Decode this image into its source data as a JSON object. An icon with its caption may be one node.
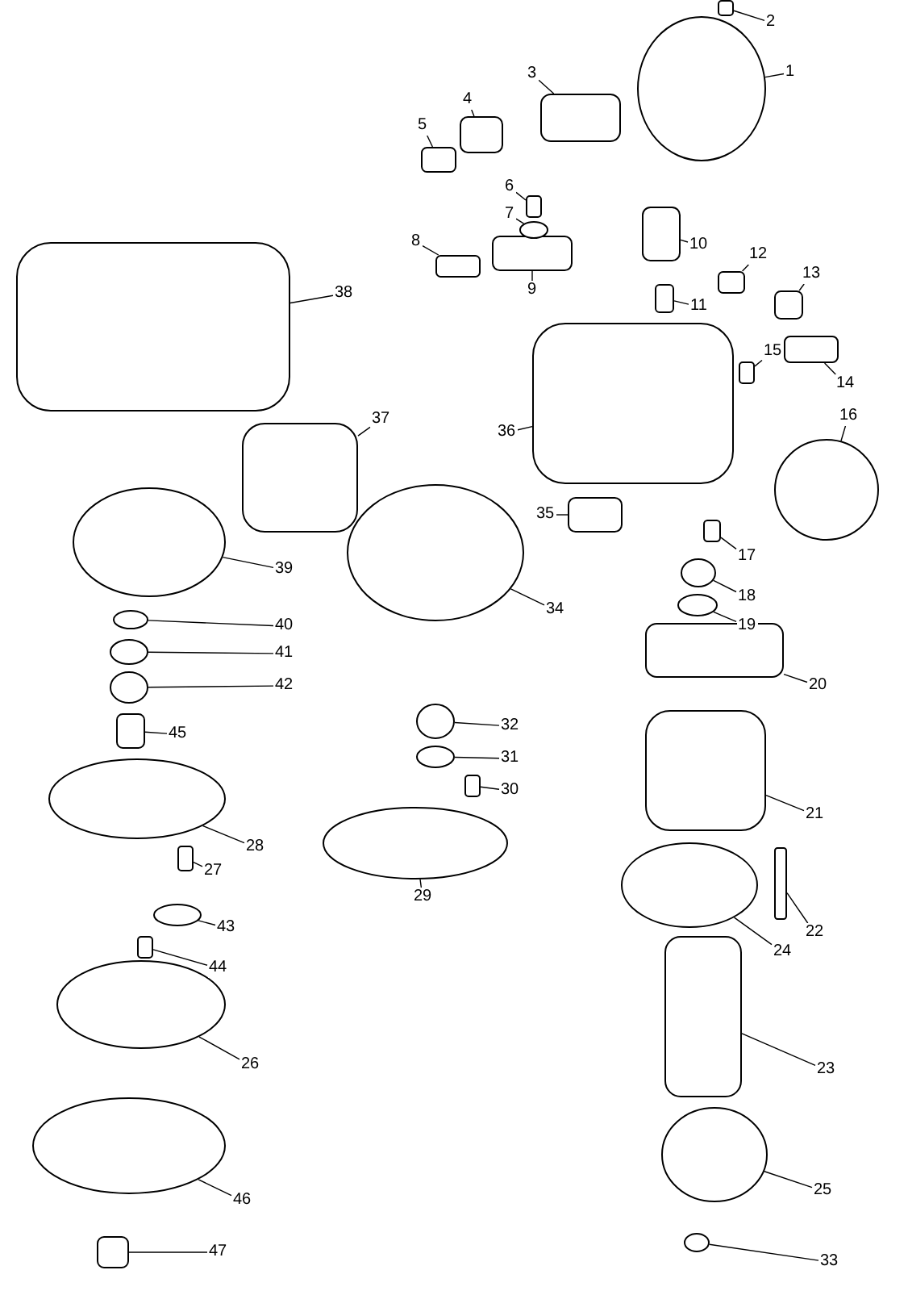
{
  "diagram": {
    "nodes": [
      {
        "text": [
          "1"
        ]
      },
      {
        "text": [],
        "shape": "circle"
      },
      {
        "text": [
          "2"
        ]
      },
      {
        "text": [],
        "shape": "box"
      },
      {
        "text": [
          "3"
        ]
      },
      {
        "text": [],
        "shape": "box"
      },
      {
        "text": [
          "4"
        ]
      },
      {
        "text": [],
        "shape": "box"
      },
      {
        "text": [
          "5"
        ]
      },
      {
        "text": [],
        "shape": "box"
      },
      {
        "text": [
          "6"
        ]
      },
      {
        "text": [],
        "shape": "box"
      },
      {
        "text": [
          "7"
        ]
      },
      {
        "text": [],
        "shape": "circle"
      },
      {
        "text": [
          "8"
        ]
      },
      {
        "text": [],
        "shape": "box"
      },
      {
        "text": [
          "9"
        ]
      },
      {
        "text": [],
        "shape": "box"
      },
      {
        "text": [
          "10"
        ]
      },
      {
        "text": [],
        "shape": "box"
      },
      {
        "text": [
          "11"
        ]
      },
      {
        "text": [],
        "shape": "box"
      },
      {
        "text": [
          "12"
        ]
      },
      {
        "text": [],
        "shape": "box"
      },
      {
        "text": [
          "13"
        ]
      },
      {
        "text": [],
        "shape": "box"
      },
      {
        "text": [
          "14"
        ]
      },
      {
        "text": [],
        "shape": "box"
      },
      {
        "text": [
          "15"
        ]
      },
      {
        "text": [],
        "shape": "box"
      },
      {
        "text": [
          "16"
        ]
      },
      {
        "text": [],
        "shape": "circle"
      },
      {
        "text": [
          "17"
        ]
      },
      {
        "text": [],
        "shape": "box"
      },
      {
        "text": [
          "18"
        ]
      },
      {
        "text": [],
        "shape": "circle"
      },
      {
        "text": [
          "19"
        ]
      },
      {
        "text": [],
        "shape": "circle"
      },
      {
        "text": [
          "20"
        ]
      },
      {
        "text": [],
        "shape": "box"
      },
      {
        "text": [
          "21"
        ]
      },
      {
        "text": [],
        "shape": "box"
      },
      {
        "text": [
          "22"
        ]
      },
      {
        "text": [],
        "shape": "box"
      },
      {
        "text": [
          "23"
        ]
      },
      {
        "text": [],
        "shape": "box"
      },
      {
        "text": [
          "24"
        ]
      },
      {
        "text": [],
        "shape": "circle"
      },
      {
        "text": [
          "25"
        ]
      },
      {
        "text": [],
        "shape": "circle"
      },
      {
        "text": [
          "26"
        ]
      },
      {
        "text": [],
        "shape": "circle"
      },
      {
        "text": [
          "27"
        ]
      },
      {
        "text": [],
        "shape": "box"
      },
      {
        "text": [
          "28"
        ]
      },
      {
        "text": [],
        "shape": "circle"
      },
      {
        "text": [
          "29"
        ]
      },
      {
        "text": [],
        "shape": "circle"
      },
      {
        "text": [
          "30"
        ]
      },
      {
        "text": [],
        "shape": "box"
      },
      {
        "text": [
          "31"
        ]
      },
      {
        "text": [],
        "shape": "circle"
      },
      {
        "text": [
          "32"
        ]
      },
      {
        "text": [],
        "shape": "circle"
      },
      {
        "text": [
          "33"
        ]
      },
      {
        "text": [],
        "shape": "circle"
      },
      {
        "text": [
          "34"
        ]
      },
      {
        "text": [],
        "shape": "circle"
      },
      {
        "text": [
          "35"
        ]
      },
      {
        "text": [],
        "shape": "box"
      },
      {
        "text": [
          "36"
        ]
      },
      {
        "text": [],
        "shape": "box"
      },
      {
        "text": [
          "37"
        ]
      },
      {
        "text": [],
        "shape": "box"
      },
      {
        "text": [
          "38"
        ]
      },
      {
        "text": [],
        "shape": "box"
      },
      {
        "text": [
          "39"
        ]
      },
      {
        "text": [],
        "shape": "circle"
      },
      {
        "text": [
          "40"
        ]
      },
      {
        "text": [],
        "shape": "circle"
      },
      {
        "text": [
          "41"
        ]
      },
      {
        "text": [],
        "shape": "circle"
      },
      {
        "text": [
          "42"
        ]
      },
      {
        "text": [],
        "shape": "circle"
      },
      {
        "text": [
          "43"
        ]
      },
      {
        "text": [],
        "shape": "circle"
      },
      {
        "text": [
          "44"
        ]
      },
      {
        "text": [],
        "shape": "box"
      },
      {
        "text": [
          "45"
        ]
      },
      {
        "text": [],
        "shape": "box"
      },
      {
        "text": [
          "46"
        ]
      },
      {
        "text": [],
        "shape": "circle"
      },
      {
        "text": [
          "47"
        ]
      },
      {
        "text": [],
        "shape": "box"
      }
    ],
    "edges": [
      {
        "from": 0,
        "to": 1,
        "arrow": "none"
      },
      {
        "from": 2,
        "to": 3,
        "arrow": "none"
      },
      {
        "from": 4,
        "to": 5,
        "arrow": "none"
      },
      {
        "from": 6,
        "to": 7,
        "arrow": "none"
      },
      {
        "from": 8,
        "to": 9,
        "arrow": "none"
      },
      {
        "from": 10,
        "to": 11,
        "arrow": "none"
      },
      {
        "from": 12,
        "to": 13,
        "arrow": "none"
      },
      {
        "from": 14,
        "to": 15,
        "arrow": "none"
      },
      {
        "from": 16,
        "to": 17,
        "arrow": "none"
      },
      {
        "from": 18,
        "to": 19,
        "arrow": "none"
      },
      {
        "from": 20,
        "to": 21,
        "arrow": "none"
      },
      {
        "from": 22,
        "to": 23,
        "arrow": "none"
      },
      {
        "from": 24,
        "to": 25,
        "arrow": "none"
      },
      {
        "from": 26,
        "to": 27,
        "arrow": "none"
      },
      {
        "from": 28,
        "to": 29,
        "arrow": "none"
      },
      {
        "from": 30,
        "to": 31,
        "arrow": "none"
      },
      {
        "from": 32,
        "to": 33,
        "arrow": "none"
      },
      {
        "from": 34,
        "to": 35,
        "arrow": "none"
      },
      {
        "from": 36,
        "to": 37,
        "arrow": "none"
      },
      {
        "from": 38,
        "to": 39,
        "arrow": "none"
      },
      {
        "from": 40,
        "to": 41,
        "arrow": "none"
      },
      {
        "from": 42,
        "to": 43,
        "arrow": "none"
      },
      {
        "from": 44,
        "to": 45,
        "arrow": "none"
      },
      {
        "from": 46,
        "to": 47,
        "arrow": "none"
      },
      {
        "from": 48,
        "to": 49,
        "arrow": "none"
      },
      {
        "from": 50,
        "to": 51,
        "arrow": "none"
      },
      {
        "from": 52,
        "to": 53,
        "arrow": "none"
      },
      {
        "from": 54,
        "to": 55,
        "arrow": "none"
      },
      {
        "from": 56,
        "to": 57,
        "arrow": "none"
      },
      {
        "from": 58,
        "to": 59,
        "arrow": "none"
      },
      {
        "from": 60,
        "to": 61,
        "arrow": "none"
      },
      {
        "from": 62,
        "to": 63,
        "arrow": "none"
      },
      {
        "from": 64,
        "to": 65,
        "arrow": "none"
      },
      {
        "from": 66,
        "to": 67,
        "arrow": "none"
      },
      {
        "from": 68,
        "to": 69,
        "arrow": "none"
      },
      {
        "from": 70,
        "to": 71,
        "arrow": "none"
      },
      {
        "from": 72,
        "to": 73,
        "arrow": "none"
      },
      {
        "from": 74,
        "to": 75,
        "arrow": "none"
      },
      {
        "from": 76,
        "to": 77,
        "arrow": "none"
      },
      {
        "from": 78,
        "to": 79,
        "arrow": "none"
      },
      {
        "from": 80,
        "to": 81,
        "arrow": "none"
      },
      {
        "from": 82,
        "to": 83,
        "arrow": "none"
      },
      {
        "from": 84,
        "to": 85,
        "arrow": "none"
      },
      {
        "from": 86,
        "to": 87,
        "arrow": "none"
      },
      {
        "from": 88,
        "to": 89,
        "arrow": "none"
      },
      {
        "from": 90,
        "to": 91,
        "arrow": "none"
      },
      {
        "from": 92,
        "to": 93,
        "arrow": "none"
      }
    ]
  }
}
